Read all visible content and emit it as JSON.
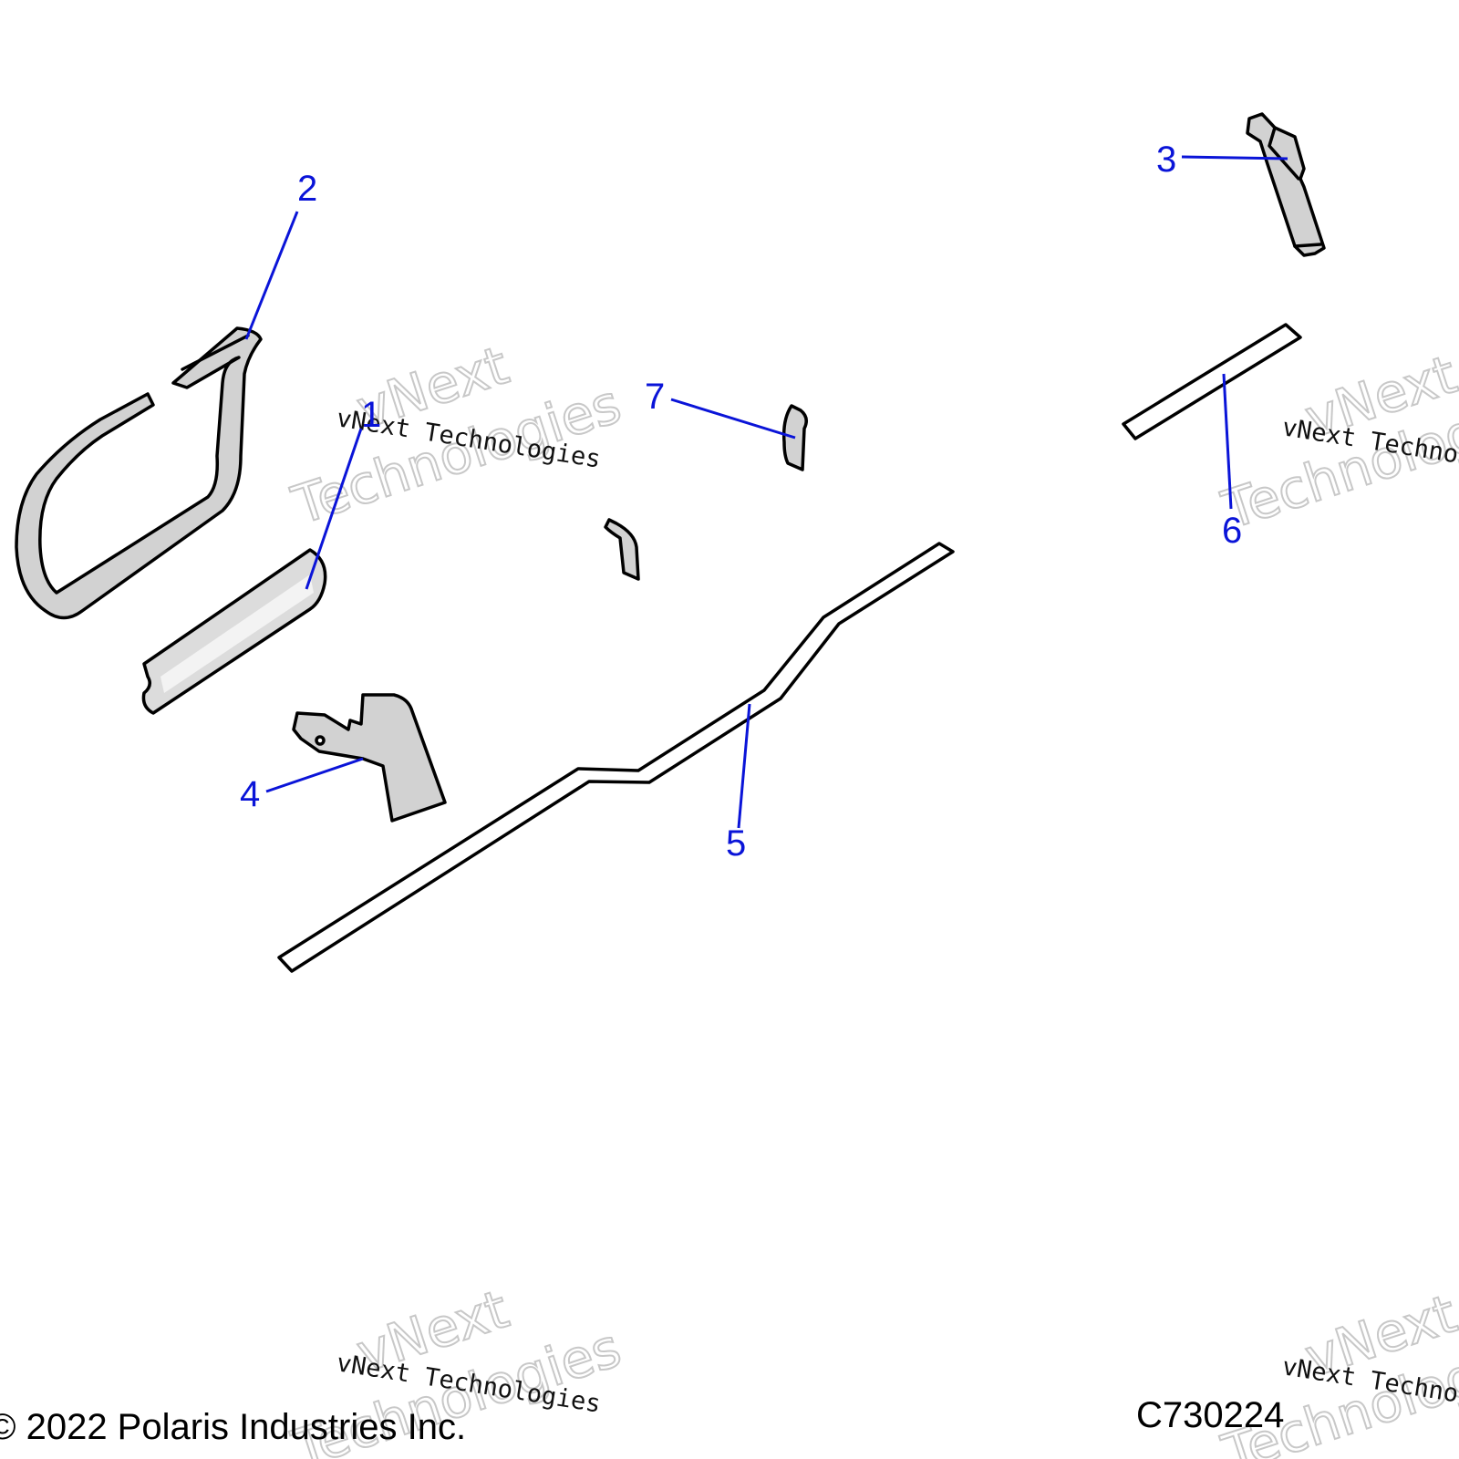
{
  "diagram": {
    "callouts": [
      "1",
      "2",
      "3",
      "4",
      "5",
      "6",
      "7"
    ],
    "watermark": {
      "line_small": "vNext Technologies",
      "line_big_1": "vNext",
      "line_big_2": "Technologies"
    },
    "copyright": "© 2022 Polaris Industries Inc.",
    "drawing_code": "C730224"
  },
  "colors": {
    "callout_blue": "#0a14d8",
    "part_fill": "#d2d2d2",
    "part_stroke": "#000000",
    "strip_fill": "#ffffff"
  }
}
